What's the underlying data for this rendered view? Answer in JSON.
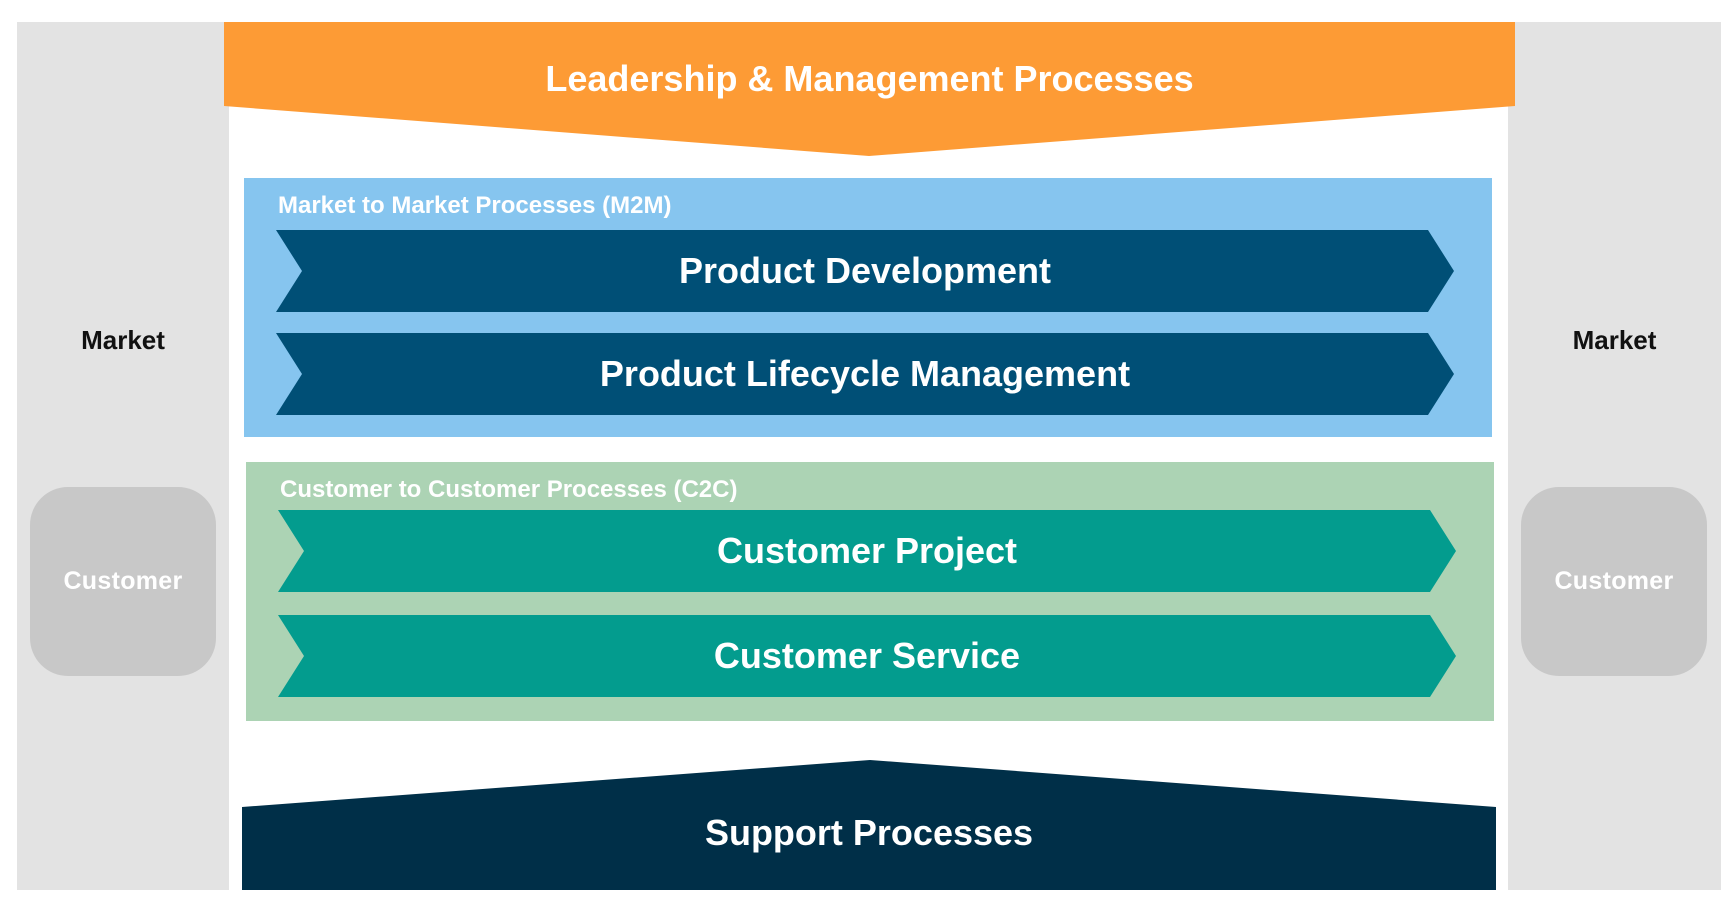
{
  "leadership": {
    "title": "Leadership & Management Processes"
  },
  "side_left": {
    "market_label": "Market",
    "customer_label": "Customer"
  },
  "side_right": {
    "market_label": "Market",
    "customer_label": "Customer"
  },
  "m2m": {
    "title": "Market to Market Processes (M2M)",
    "processes": [
      "Product Development",
      "Product Lifecycle Management"
    ]
  },
  "c2c": {
    "title": "Customer to Customer Processes (C2C)",
    "processes": [
      "Customer Project",
      "Customer Service"
    ]
  },
  "support": {
    "title": "Support Processes"
  },
  "colors": {
    "leadership": "#fd9b35",
    "m2m_panel": "#86c5ef",
    "m2m_chevron": "#004f76",
    "c2c_panel": "#acd3b4",
    "c2c_chevron": "#039c8e",
    "support": "#002f48",
    "side_column": "#e3e3e3",
    "customer_box": "#c8c8c8"
  }
}
